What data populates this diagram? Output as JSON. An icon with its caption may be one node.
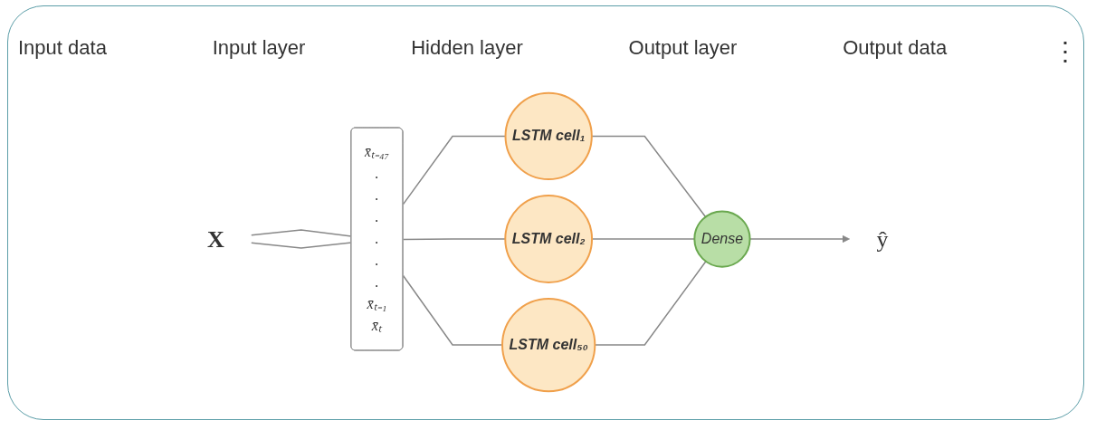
{
  "diagram": {
    "nodes": [
      {
        "text": [
          "X"
        ]
      },
      {
        "text": [
          "x̄ₜ₋₄₇",
          ".",
          ".",
          ".",
          ".",
          ".",
          ".",
          "x̄ₜ₋₁",
          "x̄ₜ"
        ]
      },
      {
        "text": [
          "LSTM cell₁"
        ]
      },
      {
        "text": [
          "LSTM cell₂"
        ]
      },
      {
        "text": [
          "LSTM cell₅₀"
        ]
      },
      {
        "text": [
          "Dense"
        ]
      },
      {
        "text": [
          "ŷ"
        ]
      }
    ],
    "edges": [
      {
        "from": 0,
        "to": 1,
        "arrow": "none"
      },
      {
        "from": 0,
        "to": 1,
        "arrow": "none"
      },
      {
        "from": 1,
        "to": 2,
        "arrow": "none"
      },
      {
        "from": 1,
        "to": 3,
        "arrow": "none"
      },
      {
        "from": 1,
        "to": 4,
        "arrow": "none"
      },
      {
        "from": 2,
        "to": 5,
        "arrow": "none"
      },
      {
        "from": 3,
        "to": 5,
        "arrow": "none"
      },
      {
        "from": 4,
        "to": 5,
        "arrow": "none"
      },
      {
        "from": 5,
        "to": 6,
        "arrow": "to"
      }
    ],
    "labels": [
      "Input data",
      "Input layer",
      "Hidden layer",
      "Output layer",
      "Output data",
      "⋮"
    ]
  }
}
